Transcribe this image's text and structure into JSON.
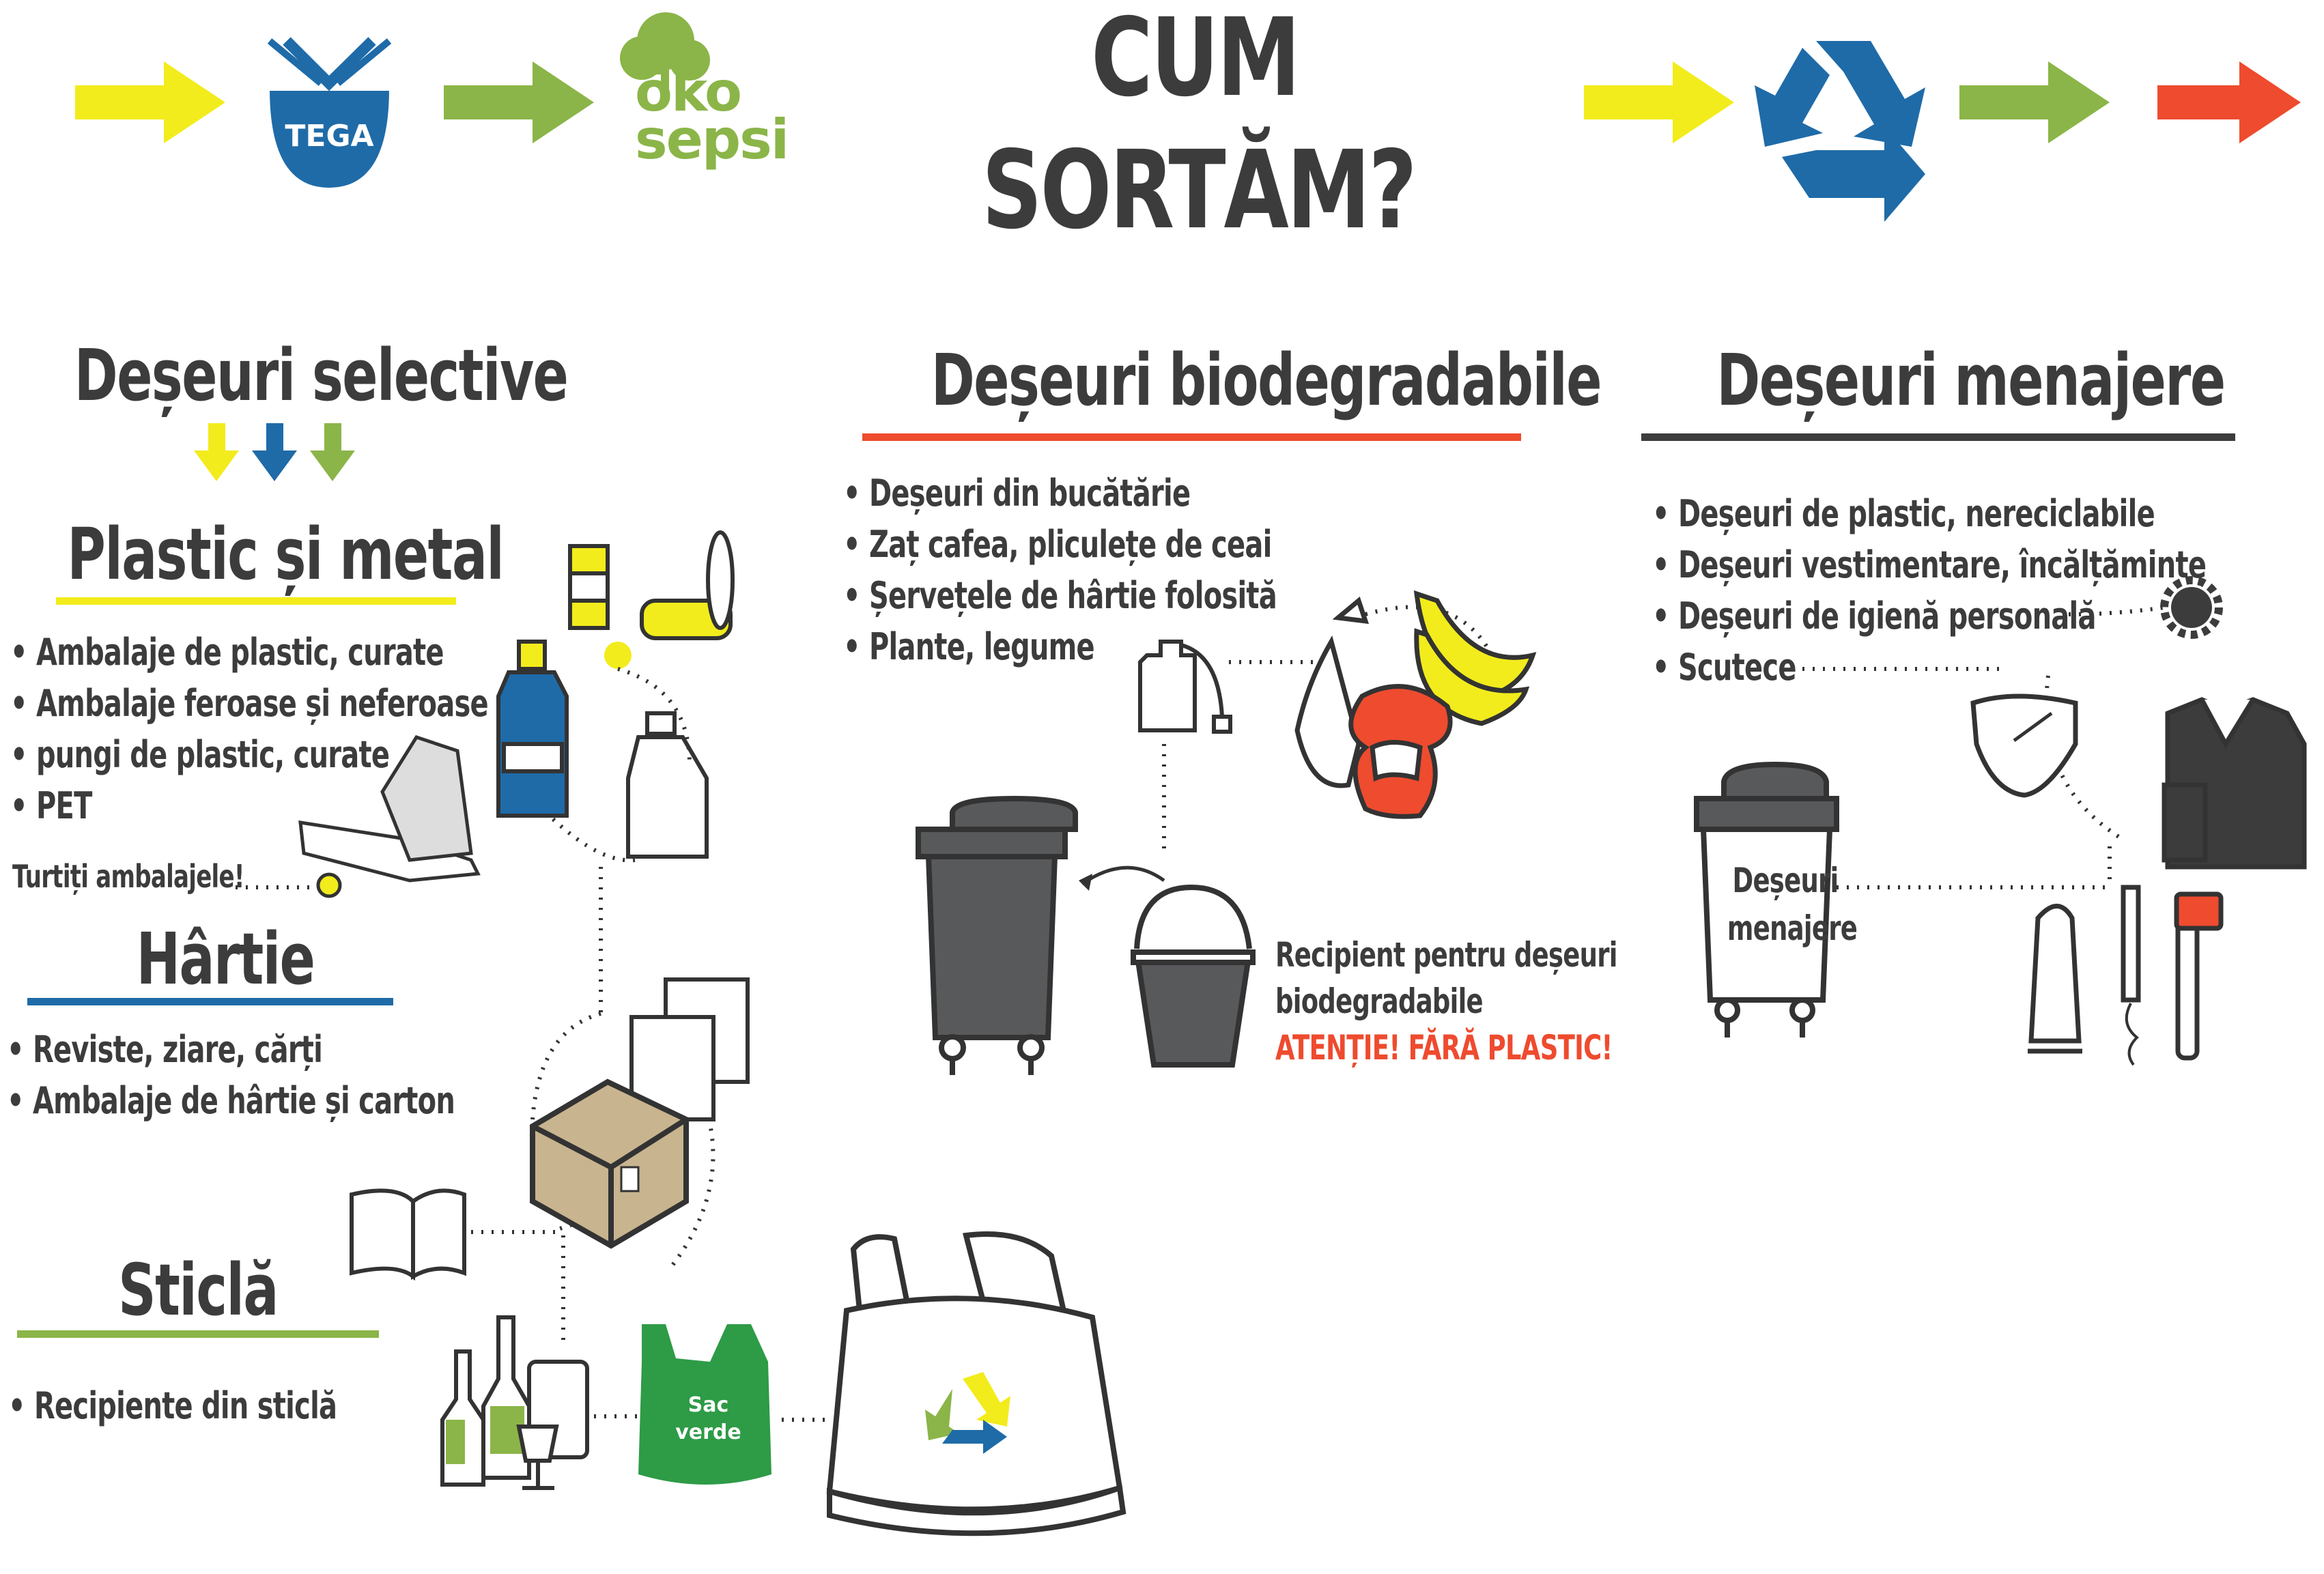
{
  "colors": {
    "yellow": "#f2ec1c",
    "green": "#8bb548",
    "blue": "#1f6ba8",
    "red": "#ee4b2f",
    "dark": "#3c3c3c",
    "bin_gray": "#58595b"
  },
  "header": {
    "title_line1": "CUM",
    "title_line2": "SORTĂM?",
    "logo_tega": "TEGA",
    "logo_eko_line1": "öko",
    "logo_eko_line2": "sepsi"
  },
  "selective": {
    "heading": "Deșeuri selective",
    "plastic": {
      "heading": "Plastic și metal",
      "items": [
        "Ambalaje de plastic, curate",
        "Ambalaje feroase și neferoase",
        "pungi de plastic, curate",
        "PET"
      ],
      "note": "Turtiți ambalajele!"
    },
    "paper": {
      "heading": "Hârtie",
      "items": [
        "Reviste, ziare, cărți",
        "Ambalaje de hârtie și carton"
      ]
    },
    "glass": {
      "heading": "Sticlă",
      "items": [
        "Recipiente din sticlă"
      ]
    },
    "bag_label_line1": "Sac",
    "bag_label_line2": "verde"
  },
  "bio": {
    "heading": "Deșeuri biodegradabile",
    "items": [
      "Deșeuri din bucătărie",
      "Zaț cafea, pliculețe de ceai",
      "Șervețele de hârtie folosită",
      "Plante, legume"
    ],
    "bucket_line1": "Recipient pentru deșeuri",
    "bucket_line2": "biodegradabile",
    "warning": "ATENȚIE! FĂRĂ PLASTIC!"
  },
  "household": {
    "heading": "Deșeuri menajere",
    "items": [
      "Deșeuri de plastic, nereciclabile",
      "Deșeuri vestimentare, încălțăminte",
      "Deșeuri de igienă personală",
      "Scutece"
    ],
    "bin_line1": "Deșeuri",
    "bin_line2": "menajere"
  }
}
